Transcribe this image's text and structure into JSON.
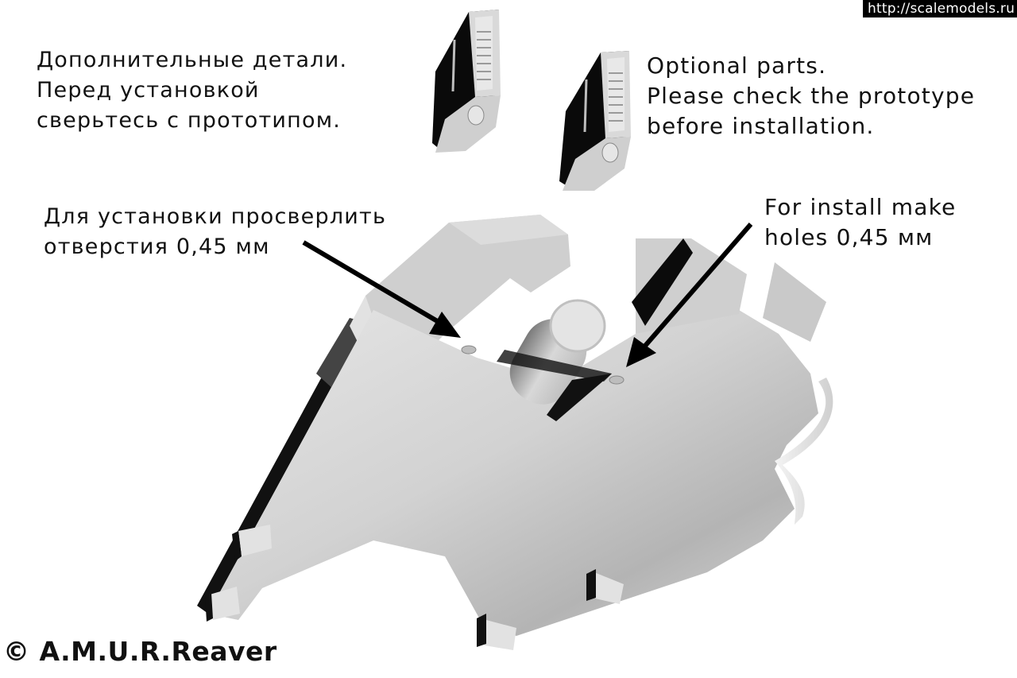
{
  "watermark": {
    "text": "http://scalemodels.ru"
  },
  "labels": {
    "optional_parts_ru": {
      "lines": [
        "Дополнительные детали.",
        "Перед установкой",
        "сверьтесь с прототипом."
      ]
    },
    "optional_parts_en": {
      "lines": [
        "Optional parts.",
        "Please check the prototype",
        "before installation."
      ]
    },
    "holes_ru": {
      "lines": [
        "Для установки просверлить",
        "отверстия 0,45 мм"
      ]
    },
    "holes_en": {
      "lines": [
        "For install make",
        "holes 0,45 мм"
      ]
    }
  },
  "copyright": {
    "text": "© A.M.U.R.Reaver"
  },
  "figure": {
    "description": "3D render of a scale model part with two optional detail parts and drilling hole callouts",
    "hole_diameter": "0,45 мм",
    "colors": {
      "part_light": "#e0e0e0",
      "part_mid": "#c8c8c8",
      "part_dark": "#9a9a9a",
      "shadow": "#111111",
      "arrow": "#000000",
      "background": "#ffffff"
    }
  }
}
